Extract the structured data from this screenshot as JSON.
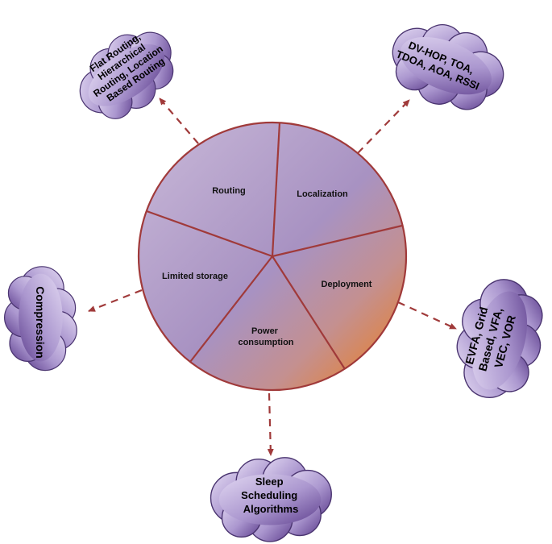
{
  "colors": {
    "outline": "#a03a3a",
    "arrow": "#a03a3a",
    "disc_light": "#c4b2d4",
    "disc_mid": "#a88fc0",
    "disc_orange": "#e08030",
    "cloud_light": "#d8ccec",
    "cloud_dark": "#6a4a9a"
  },
  "center": {
    "segments": [
      {
        "id": "routing",
        "label": "Routing"
      },
      {
        "id": "localization",
        "label": "Localization"
      },
      {
        "id": "deployment",
        "label": "Deployment"
      },
      {
        "id": "power",
        "label": "Power consumption",
        "lines": [
          "Power",
          "consumption"
        ]
      },
      {
        "id": "storage",
        "label": "Limited storage"
      }
    ]
  },
  "clouds": [
    {
      "id": "routing-cloud",
      "icon": "cloud-icon",
      "lines": [
        "Flat Routing,",
        "Hierarchical",
        "Routing, Location",
        "Based Routing"
      ]
    },
    {
      "id": "localization-cloud",
      "icon": "cloud-icon",
      "lines": [
        "DV-HOP, TOA,",
        "TDOA, AOA, RSSI"
      ]
    },
    {
      "id": "deployment-cloud",
      "icon": "cloud-icon",
      "lines": [
        "EVFA, Grid",
        "Based, VFA,",
        "VEC, VOR"
      ]
    },
    {
      "id": "power-cloud",
      "icon": "cloud-icon",
      "lines": [
        "Sleep",
        "Scheduling",
        "Algorithms"
      ]
    },
    {
      "id": "storage-cloud",
      "icon": "cloud-icon",
      "lines": [
        "Compression"
      ]
    }
  ]
}
